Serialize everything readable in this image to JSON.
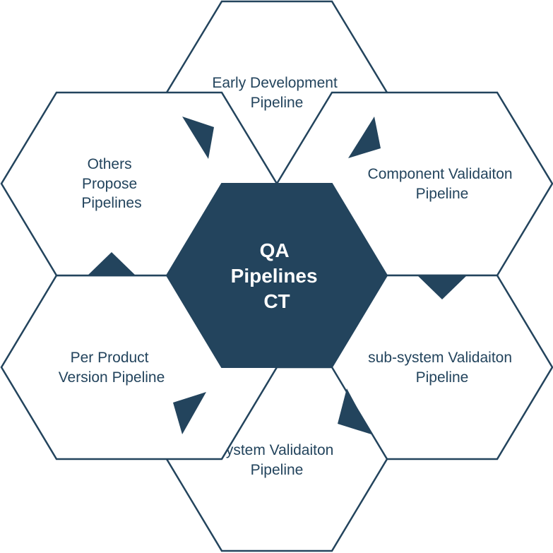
{
  "diagram": {
    "colors": {
      "accent": "#23445d",
      "background": "#ffffff"
    },
    "center": {
      "lines": [
        "QA",
        "Pipelines",
        "CT"
      ]
    },
    "hexagons": [
      {
        "id": "early-development",
        "lines": [
          "Early Development",
          "Pipeline"
        ]
      },
      {
        "id": "component-validation",
        "lines": [
          "Component Validaiton",
          "Pipeline"
        ]
      },
      {
        "id": "subsystem-validation",
        "lines": [
          "sub-system Validaiton",
          "Pipeline"
        ]
      },
      {
        "id": "system-validation",
        "lines": [
          "System Validaiton",
          "Pipeline"
        ]
      },
      {
        "id": "per-product-version",
        "lines": [
          "Per Product",
          "Version Pipeline"
        ]
      },
      {
        "id": "others-propose",
        "lines": [
          "Others",
          "Propose",
          "Pipelines"
        ]
      }
    ]
  }
}
